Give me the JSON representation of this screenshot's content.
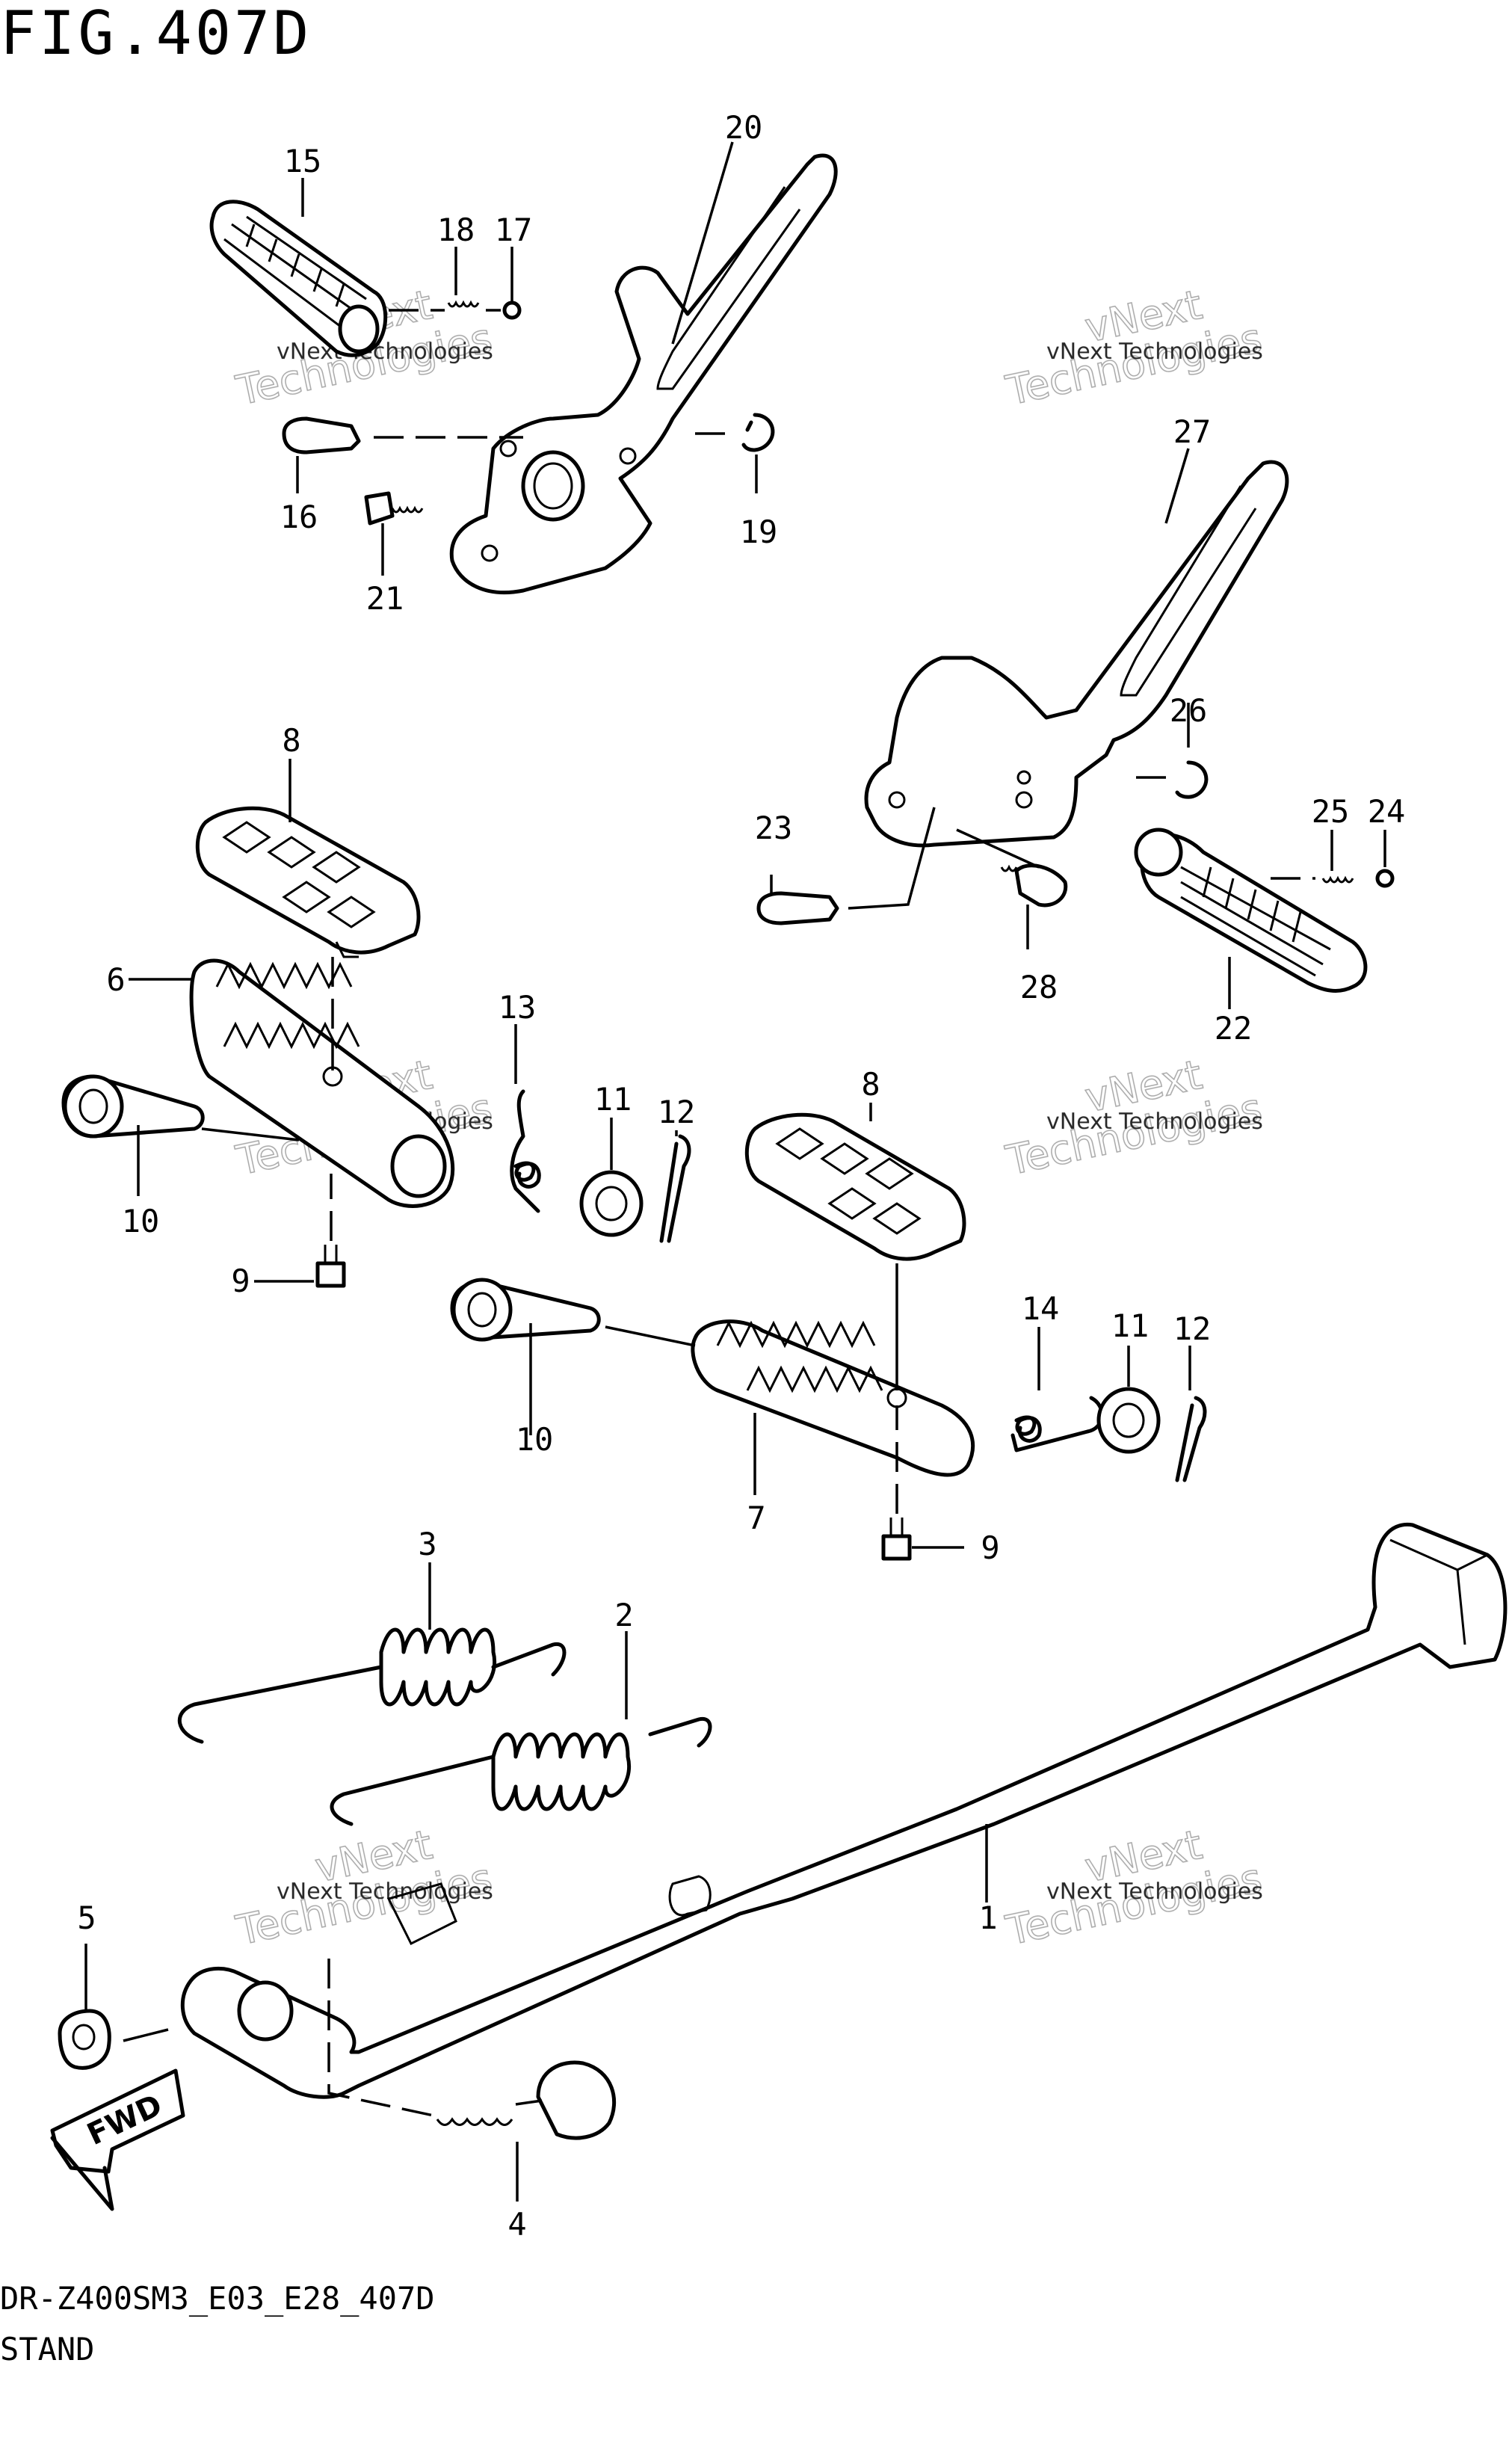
{
  "figure_title": "FIG.407D",
  "footer_code": "DR-Z400SM3_E03_E28_407D",
  "footer_section": "STAND",
  "watermark_line1": "vNext Technologies",
  "watermark_line2": "Technologies",
  "watermark_line3": "vNext",
  "fwd_label": "FWD",
  "part_labels": {
    "p1": "1",
    "p2": "2",
    "p3": "3",
    "p4": "4",
    "p5": "5",
    "p6": "6",
    "p7": "7",
    "p8a": "8",
    "p8b": "8",
    "p9a": "9",
    "p9b": "9",
    "p10a": "10",
    "p10b": "10",
    "p11a": "11",
    "p11b": "11",
    "p12a": "12",
    "p12b": "12",
    "p13": "13",
    "p14": "14",
    "p15": "15",
    "p16": "16",
    "p17": "17",
    "p18": "18",
    "p19": "19",
    "p20": "20",
    "p21": "21",
    "p22": "22",
    "p23": "23",
    "p24": "24",
    "p25": "25",
    "p26": "26",
    "p27": "27",
    "p28": "28"
  }
}
